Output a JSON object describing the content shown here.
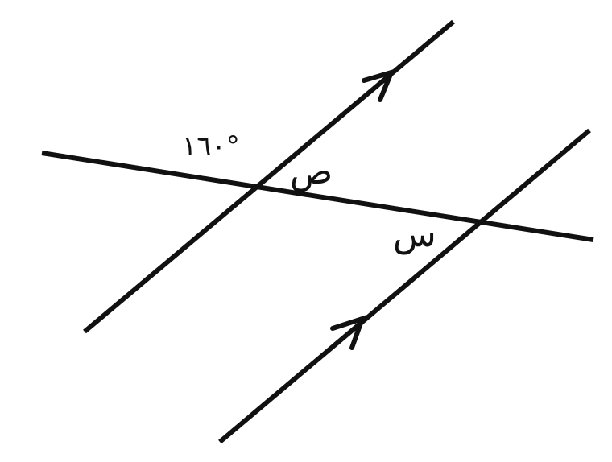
{
  "diagram": {
    "angle_label": "١٦٠°",
    "label_upper": "ص",
    "label_lower": "س"
  },
  "colors": {
    "line": "#111111",
    "background": "#ffffff"
  }
}
